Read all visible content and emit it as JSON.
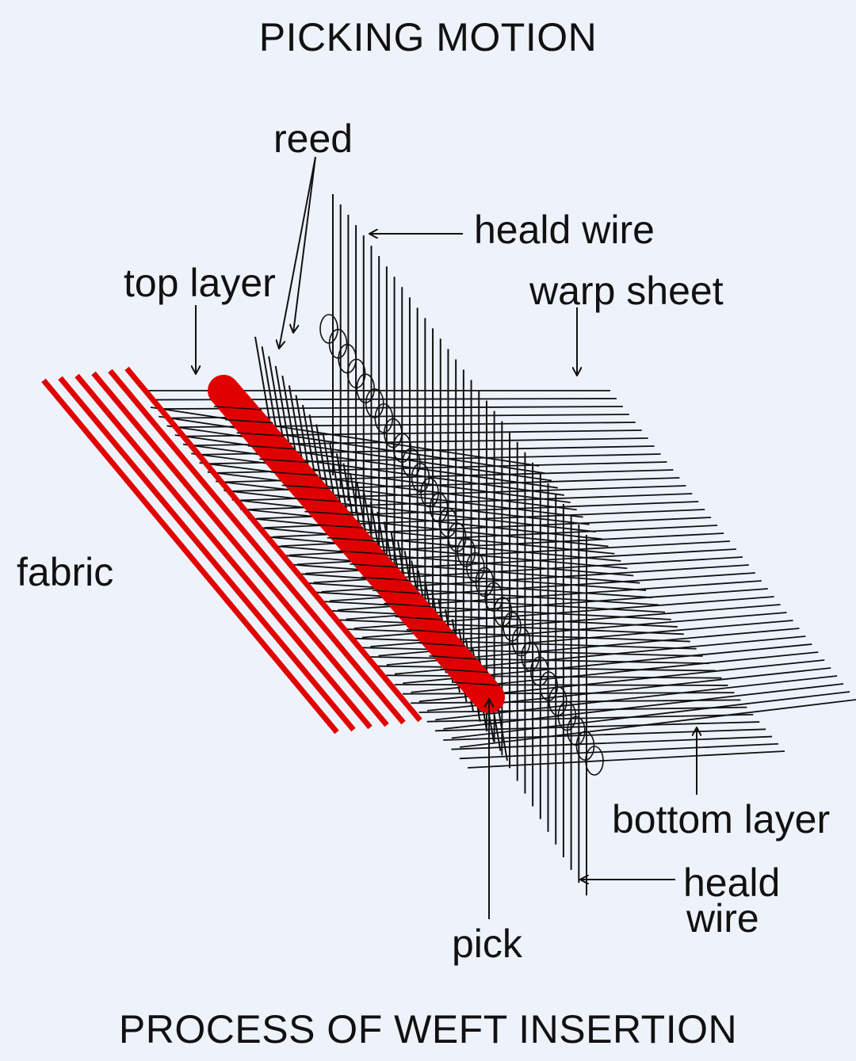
{
  "title": "PICKING MOTION",
  "subtitle": "PROCESS OF WEFT INSERTION",
  "labels": {
    "reed": "reed",
    "heald_wire_top": "heald wire",
    "top_layer": "top layer",
    "warp_sheet": "warp sheet",
    "fabric": "fabric",
    "bottom_layer": "bottom layer",
    "heald_wire_bottom_line1": "heald",
    "heald_wire_bottom_line2": "wire",
    "pick": "pick"
  },
  "colors": {
    "background": "#eef3fb",
    "ink": "#111111",
    "weft": "#e00000"
  }
}
